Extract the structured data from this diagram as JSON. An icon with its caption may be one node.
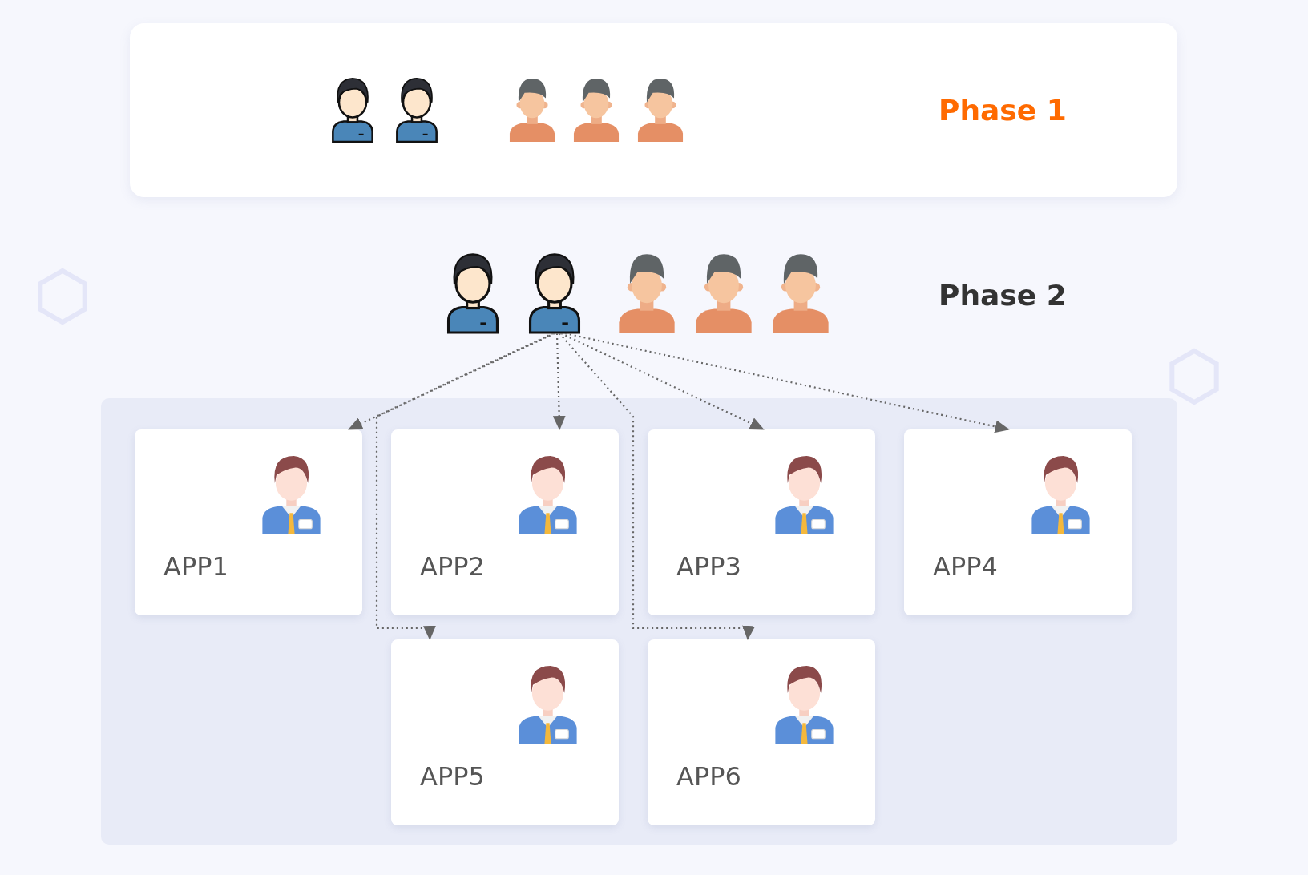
{
  "diagram": {
    "nodes": [
      {
        "text": [
          "Phase 1"
        ]
      },
      {
        "text": [],
        "shape": "picture",
        "beside": [
          "Phase 2"
        ]
      },
      {
        "text": [],
        "shape": "box"
      },
      {
        "text": [
          "APP1"
        ],
        "in": 2
      },
      {
        "text": [
          "APP2"
        ],
        "in": 2
      },
      {
        "text": [
          "APP3"
        ],
        "in": 2
      },
      {
        "text": [
          "APP4"
        ],
        "in": 2
      },
      {
        "text": [
          "APP5"
        ],
        "in": 2
      },
      {
        "text": [
          "APP6"
        ],
        "in": 2
      }
    ],
    "edges": [
      {
        "from": 1,
        "to": 3,
        "arrow": "to",
        "style": "dashed"
      },
      {
        "from": 1,
        "to": 4,
        "arrow": "to",
        "style": "dashed"
      },
      {
        "from": 1,
        "to": 5,
        "arrow": "to",
        "style": "dashed"
      },
      {
        "from": 1,
        "to": 6,
        "arrow": "to",
        "style": "dashed"
      },
      {
        "from": 1,
        "to": 7,
        "arrow": "to",
        "style": "dashed"
      },
      {
        "from": 1,
        "to": 8,
        "arrow": "to",
        "style": "dashed"
      }
    ]
  }
}
